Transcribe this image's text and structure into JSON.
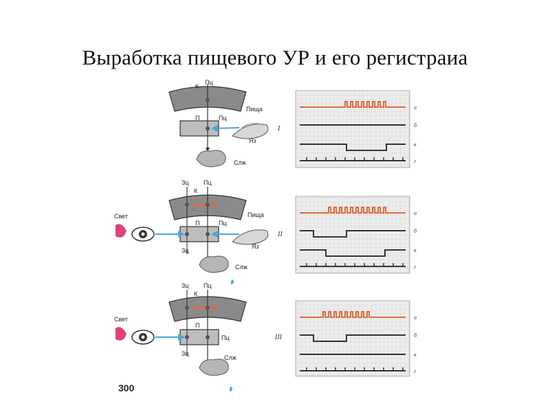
{
  "title": "Выработка пищевого УР и его регистраиа",
  "page_number": "300",
  "colors": {
    "signal_red": "#e06a3c",
    "trace_black": "#333333",
    "grid": "#b9b9b9",
    "chart_bg": "#ececec",
    "cortex_gray": "#8a8a8a",
    "box_gray": "#bdbdbd",
    "arrow_blue": "#4aa6de",
    "light_pink": "#e0407a"
  },
  "labels": {
    "cortex": "К",
    "food_center": "Пц",
    "vision_center": "Зц",
    "subcortex": "П",
    "food": "Пища",
    "tongue": "Яз",
    "salivary_gland": "Слж",
    "light": "Свет"
  },
  "panels": [
    {
      "roman": "I",
      "traces": [
        {
          "letter": "а"
        },
        {
          "letter": "б"
        },
        {
          "letter": "в"
        },
        {
          "letter": "г"
        }
      ]
    },
    {
      "roman": "II",
      "traces": [
        {
          "letter": "а"
        },
        {
          "letter": "б"
        },
        {
          "letter": "в"
        },
        {
          "letter": "г"
        }
      ]
    },
    {
      "roman": "III",
      "traces": [
        {
          "letter": "а"
        },
        {
          "letter": "б"
        },
        {
          "letter": "в"
        },
        {
          "letter": "г"
        }
      ]
    }
  ]
}
